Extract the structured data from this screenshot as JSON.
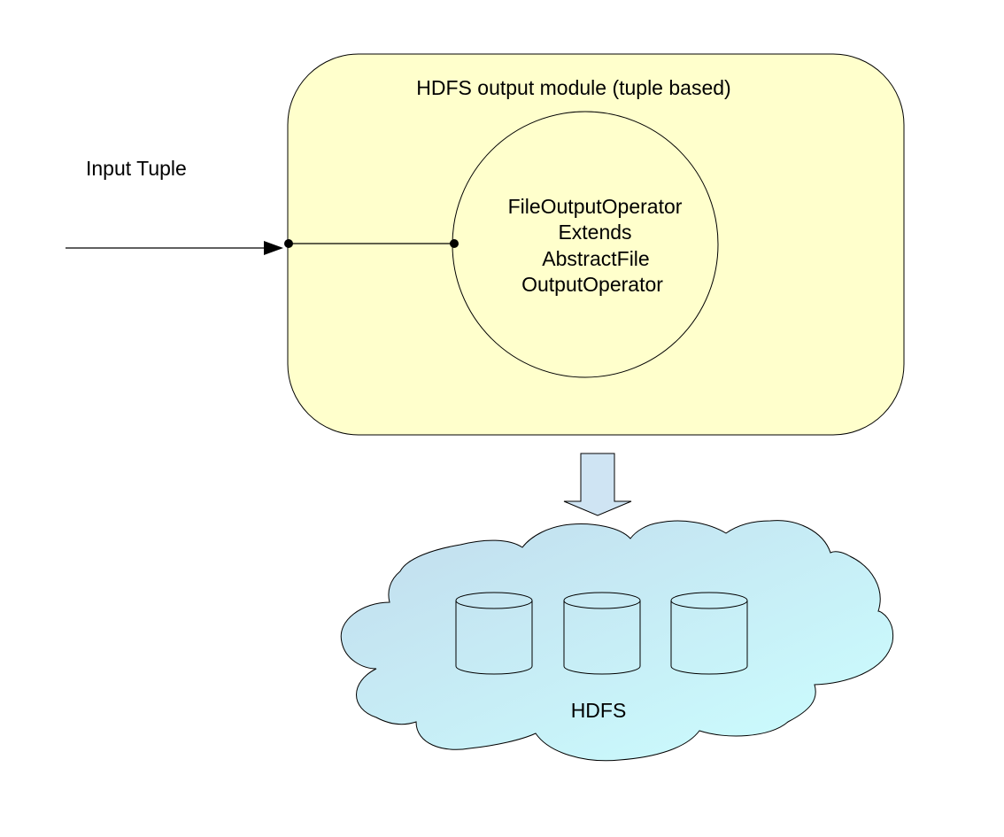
{
  "input_label": "Input Tuple",
  "module": {
    "title": "HDFS output module (tuple based)",
    "fill": "#ffffcc"
  },
  "operator": {
    "lines": [
      "FileOutputOperator",
      "Extends",
      "AbstractFile",
      "OutputOperator"
    ]
  },
  "storage": {
    "label": "HDFS",
    "cloud_fill_top": "#c2dced",
    "cloud_fill_bottom": "#ccffff",
    "arrow_fill": "#cfe4f3",
    "cylinder_count": 3
  }
}
